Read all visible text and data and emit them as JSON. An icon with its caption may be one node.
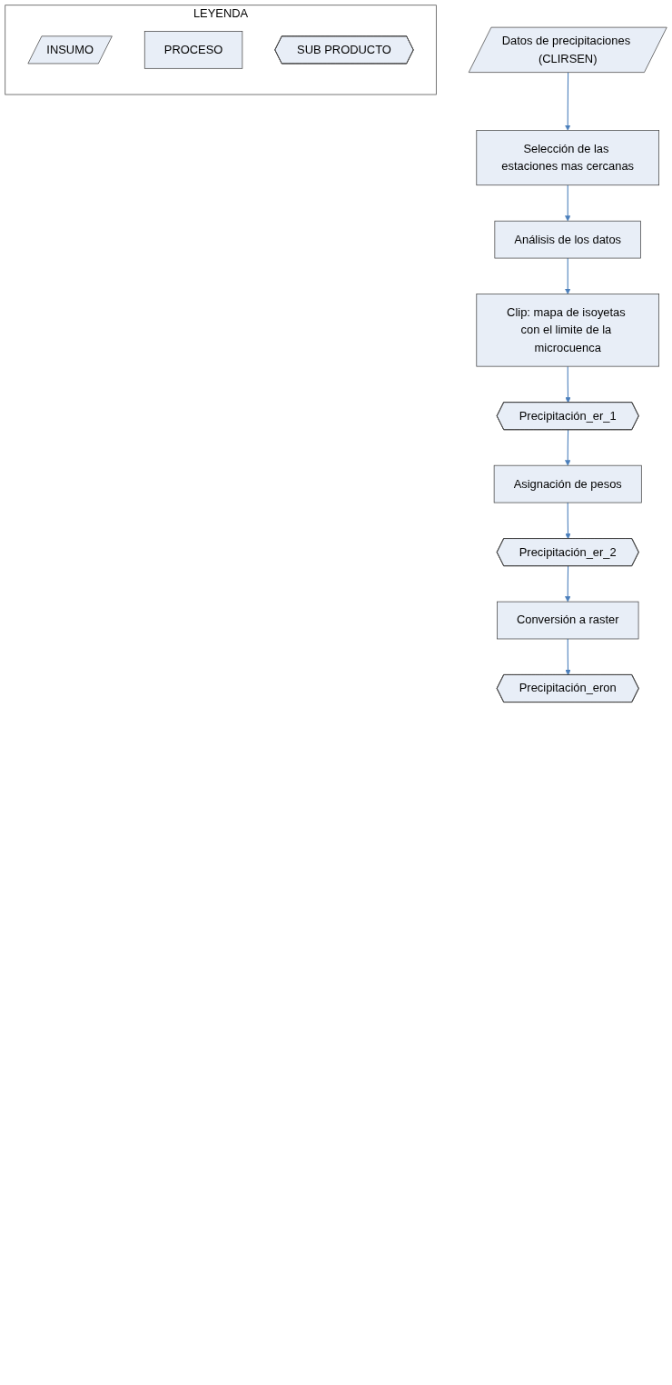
{
  "diagram": {
    "nodes": [
      {
        "text": [
          "Datos de precipitaciones (CLIRSEN)"
        ]
      },
      {
        "text": [
          "Selección de las estaciones mas cercanas"
        ]
      },
      {
        "text": [
          "Análisis de los datos"
        ]
      },
      {
        "text": [
          "Clip: mapa de isoyetas con el limite de la microcuenca"
        ]
      },
      {
        "text": [
          "Precipitación_er_1"
        ]
      },
      {
        "text": [
          "Asignación de pesos"
        ]
      },
      {
        "text": [
          "Precipitación_er_2"
        ]
      },
      {
        "text": [
          "Conversión a raster"
        ]
      },
      {
        "text": [
          "Precipitación_eron"
        ]
      },
      {
        "text": [
          "LEYENDA"
        ]
      },
      {
        "text": [
          "INSUMO"
        ],
        "in": 9
      },
      {
        "text": [
          "PROCESO"
        ],
        "in": 9
      },
      {
        "text": [
          "SUB PRODUCTO"
        ],
        "in": 9
      }
    ],
    "edges": [
      {
        "from": 0,
        "to": 1,
        "arrow": "to"
      },
      {
        "from": 1,
        "to": 2,
        "arrow": "to"
      },
      {
        "from": 2,
        "to": 3,
        "arrow": "to"
      },
      {
        "from": 3,
        "to": 4,
        "arrow": "to"
      },
      {
        "from": 4,
        "to": 5,
        "arrow": "to"
      },
      {
        "from": 5,
        "to": 6,
        "arrow": "to"
      },
      {
        "from": 6,
        "to": 7,
        "arrow": "to"
      },
      {
        "from": 7,
        "to": 8,
        "arrow": "to"
      }
    ]
  }
}
